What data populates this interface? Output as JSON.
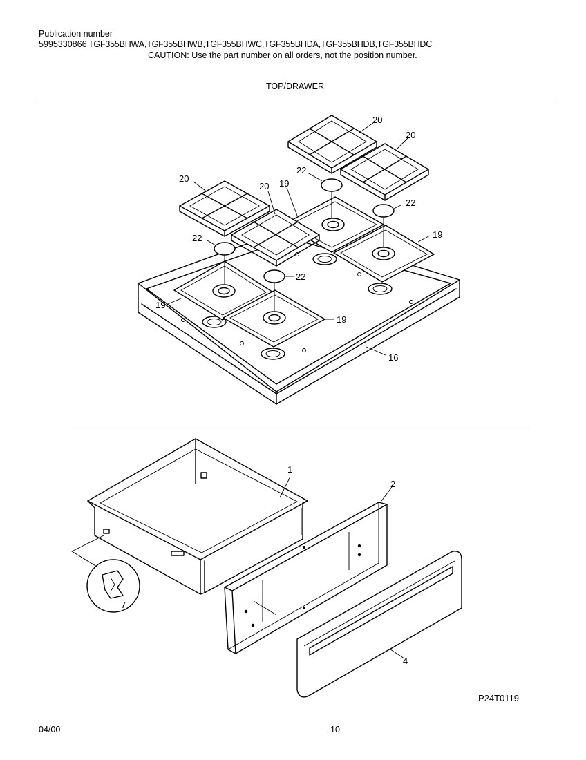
{
  "header": {
    "publication_label": "Publication number",
    "publication_number": "5995330866",
    "models": "TGF355BHWA,TGF355BHWB,TGF355BHWC,TGF355BHDA,TGF355BHDB,TGF355BHDC",
    "caution": "CAUTION:  Use the part number on all orders, not the position number."
  },
  "section_title": "TOP/DRAWER",
  "callouts": {
    "grate_a": "20",
    "grate_b": "20",
    "grate_c": "20",
    "grate_d": "20",
    "cap_a": "22",
    "cap_b": "22",
    "cap_c": "22",
    "cap_d": "22",
    "tray_a": "19",
    "tray_b": "19",
    "tray_c": "19",
    "tray_d": "19",
    "cooktop": "16",
    "drawer_body": "1",
    "drawer_front": "2",
    "drawer_panel": "4",
    "drawer_clip": "7"
  },
  "drawing_code": "P24T0119",
  "footer": {
    "date": "04/00",
    "page": "10"
  }
}
